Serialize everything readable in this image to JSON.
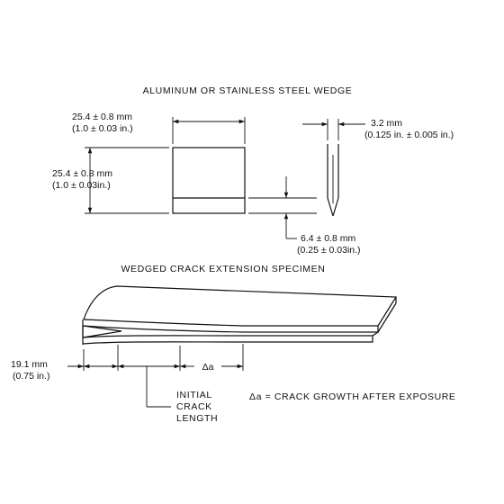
{
  "titles": {
    "wedge": "ALUMINUM OR STAINLESS STEEL WEDGE",
    "specimen": "WEDGED CRACK EXTENSION SPECIMEN"
  },
  "wedge_dims": {
    "width_mm": "25.4 ± 0.8  mm",
    "width_in": "(1.0 ±  0.03 in.)",
    "height_mm": "25.4 ± 0.8 mm",
    "height_in": "(1.0 ±  0.03in.)",
    "thick_mm": "3.2 mm",
    "thick_in": "(0.125 in. ± 0.005 in.)",
    "bevel_mm": "6.4 ± 0.8 mm",
    "bevel_in": "(0.25 ± 0.03in.)"
  },
  "specimen_dims": {
    "offset_mm": "19.1 mm",
    "offset_in": "(0.75 in.)",
    "delta_symbol": "Δa",
    "initial_crack": [
      "INITIAL",
      "CRACK",
      "LENGTH"
    ],
    "legend": "Δa = CRACK GROWTH AFTER EXPOSURE"
  }
}
